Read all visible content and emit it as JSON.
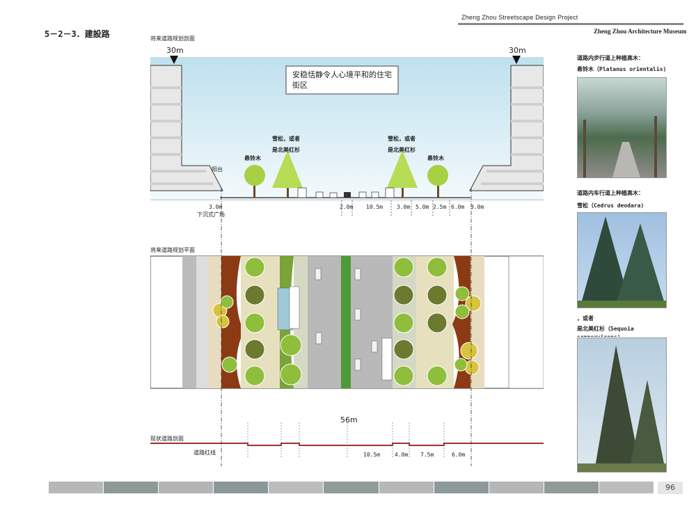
{
  "header": {
    "project": "Zheng Zhou  Streetscape  Design  Project",
    "museum": "Zheng Zhou Architecture Museum"
  },
  "section_title": "5－2－3．建設路",
  "future_section": {
    "label": "将来道路规划剖面",
    "left_setback": "30m",
    "right_setback": "30m",
    "callout": "安稳恬静令人心境平和的住宅街区",
    "tree_left_1": "悬铃木",
    "tree_left_2_line1": "雪松，或者",
    "tree_left_2_line2": "是北美红杉",
    "tree_right_2_line1": "雪松，或者",
    "tree_right_2_line2": "是北美红杉",
    "tree_right_1": "悬铃木",
    "platform": "阳台",
    "sunken_width": "3.0m",
    "sunken_label": "下沉式广场",
    "dims": [
      "2.0m",
      "10.5m",
      "3.0m",
      "5.0m",
      "2.5m",
      "6.0m",
      "3.0m"
    ]
  },
  "plan": {
    "label": "将来道路规划平面",
    "total_width": "56m"
  },
  "existing_section": {
    "label": "现状道路剖面",
    "red_line": "道路红线",
    "dims": [
      "10.5m",
      "4.0m",
      "7.5m",
      "6.0m"
    ]
  },
  "right_panel": {
    "walk_heading": "道路内步行道上种植高木：",
    "walk_tree": "悬铃木（Platanus orientalis)",
    "road_heading": "道路内车行道上种植高木：",
    "road_tree": "雪松（Cedrus deodara)",
    "or_text": "，或者",
    "sequoia": "是北美红杉（Sequoia sempervirens)"
  },
  "colors": {
    "sky_top": "#bfe0ee",
    "sky_bottom": "#eef7fb",
    "tree_green": "#9ccc3c",
    "red_line": "#a0302a",
    "brown_edge": "#8b3a14"
  },
  "page_number": "96"
}
